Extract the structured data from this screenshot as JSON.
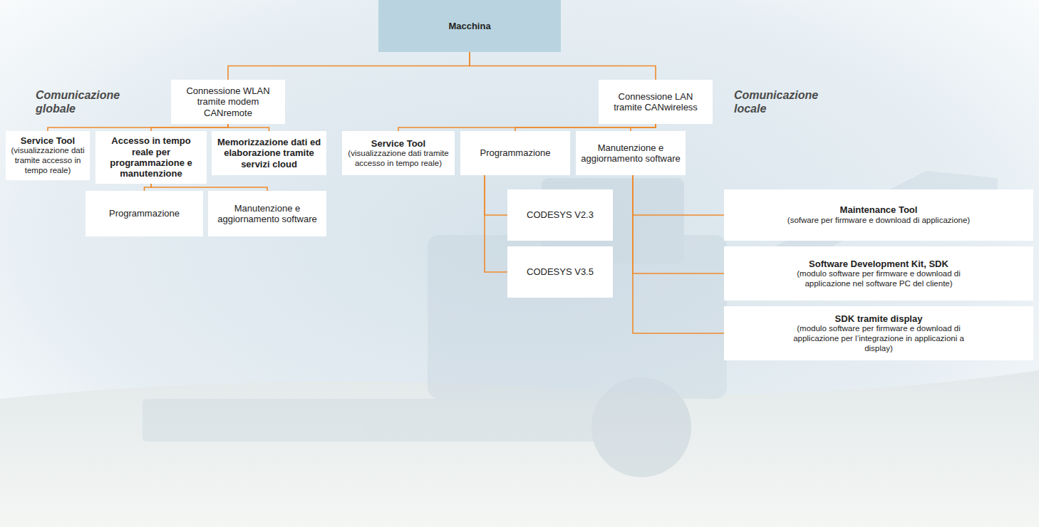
{
  "diagram": {
    "nodes": [
      {
        "text": [
          "Macchina"
        ]
      },
      {
        "text": [
          "Connessione WLAN tramite modem CANremote"
        ]
      },
      {
        "text": [
          "Connessione LAN tramite CANwireless"
        ]
      },
      {
        "text": [
          "Service Tool",
          "(visualizzazione dati tramite accesso in tempo reale)"
        ]
      },
      {
        "text": [
          "Accesso in tempo reale per programmazione e manutenzione"
        ]
      },
      {
        "text": [
          "Memorizzazione dati ed elaborazione tramite servizi cloud"
        ]
      },
      {
        "text": [
          "Programmazione"
        ]
      },
      {
        "text": [
          "Manutenzione e aggiornamento software"
        ]
      },
      {
        "text": [
          "Service Tool",
          "(visualizzazione dati tramite accesso in tempo reale)"
        ]
      },
      {
        "text": [
          "Programmazione"
        ]
      },
      {
        "text": [
          "Manutenzione e aggiornamento software"
        ]
      },
      {
        "text": [
          "CODESYS V2.3"
        ]
      },
      {
        "text": [
          "CODESYS V3.5"
        ]
      },
      {
        "text": [
          "Maintenance Tool",
          "(sofware per firmware e download di applicazione)"
        ]
      },
      {
        "text": [
          "Software Development Kit, SDK",
          "(modulo software per firmware e download di applicazione nel software PC del cliente)"
        ]
      },
      {
        "text": [
          "SDK tramite display",
          "(modulo software per firmware e download di applicazione per l’integrazione in applicazioni a display)"
        ]
      }
    ],
    "edges": [
      {
        "from": 0,
        "to": 1,
        "arrow": "none"
      },
      {
        "from": 0,
        "to": 2,
        "arrow": "none"
      },
      {
        "from": 1,
        "to": 3,
        "arrow": "none"
      },
      {
        "from": 1,
        "to": 4,
        "arrow": "none"
      },
      {
        "from": 1,
        "to": 5,
        "arrow": "none"
      },
      {
        "from": 4,
        "to": 6,
        "arrow": "none"
      },
      {
        "from": 4,
        "to": 7,
        "arrow": "none"
      },
      {
        "from": 2,
        "to": 8,
        "arrow": "none"
      },
      {
        "from": 2,
        "to": 9,
        "arrow": "none"
      },
      {
        "from": 2,
        "to": 10,
        "arrow": "none"
      },
      {
        "from": 9,
        "to": 11,
        "arrow": "none"
      },
      {
        "from": 9,
        "to": 12,
        "arrow": "none"
      },
      {
        "from": 10,
        "to": 13,
        "arrow": "none"
      },
      {
        "from": 10,
        "to": 14,
        "arrow": "none"
      },
      {
        "from": 10,
        "to": 15,
        "arrow": "none"
      }
    ],
    "labels": [
      "Comunicazione globale",
      "Comunicazione locale"
    ]
  }
}
